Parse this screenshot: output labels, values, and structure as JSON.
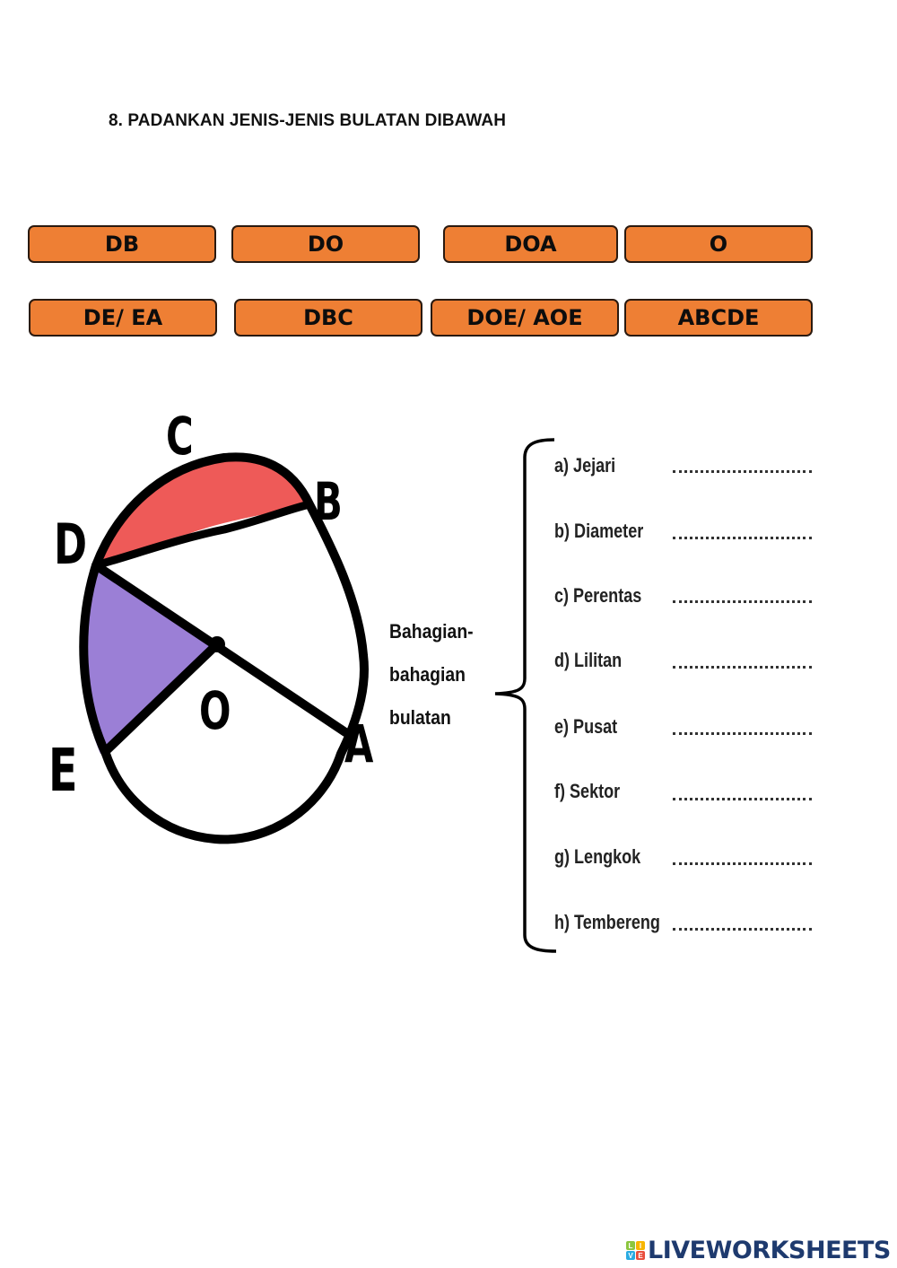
{
  "question": {
    "title": "8. PADANKAN JENIS-JENIS BULATAN DIBAWAH"
  },
  "answer_chips": {
    "row1": [
      "DB",
      "DO",
      "DOA",
      "O"
    ],
    "row2": [
      "DE/ EA",
      "DBC",
      "DOE/ AOE",
      "ABCDE"
    ]
  },
  "diagram": {
    "points": {
      "A": "A",
      "B": "B",
      "C": "C",
      "D": "D",
      "E": "E",
      "O": "O"
    },
    "colors": {
      "segment_fill": "#ee5a58",
      "sector_fill": "#9b7fd6",
      "stroke": "#000000"
    }
  },
  "parts_label": {
    "line1": "Bahagian-",
    "line2": "bahagian",
    "line3": "bulatan"
  },
  "items": [
    {
      "label": "a) Jejari",
      "answer": ""
    },
    {
      "label": "b) Diameter",
      "answer": ""
    },
    {
      "label": "c) Perentas",
      "answer": ""
    },
    {
      "label": "d) Lilitan",
      "answer": ""
    },
    {
      "label": "e) Pusat",
      "answer": ""
    },
    {
      "label": "f)  Sektor",
      "answer": ""
    },
    {
      "label": "g) Lengkok",
      "answer": ""
    },
    {
      "label": "h) Tembereng",
      "answer": ""
    }
  ],
  "footer": {
    "brand": "LIVEWORKSHEETS",
    "logo_letters": [
      "L",
      "I",
      "V",
      "E"
    ],
    "logo_colors": [
      "#8cc63f",
      "#29abe2",
      "#3a7bd5",
      "#e94e3c"
    ],
    "brand_color": "#1e3a6e"
  },
  "accent": {
    "chip_fill": "#ee7f34",
    "chip_border": "#2a1a10"
  }
}
